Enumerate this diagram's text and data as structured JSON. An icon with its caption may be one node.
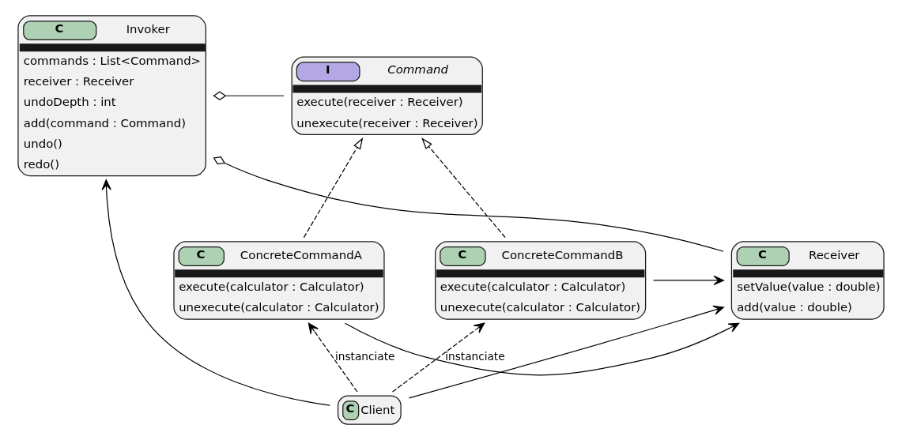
{
  "diagram": {
    "nodes": [
      {
        "text": [
          "C",
          "Invoker",
          "commands : List<Command>",
          "receiver : Receiver",
          "undoDepth : int",
          "add(command : Command)",
          "undo()",
          "redo()"
        ]
      },
      {
        "text": [
          "I",
          "Command",
          "execute(receiver : Receiver)",
          "unexecute(receiver : Receiver)"
        ]
      },
      {
        "text": [
          "C",
          "Receiver",
          "setValue(value : double)",
          "add(value : double)"
        ]
      },
      {
        "text": [
          "C",
          "ConcreteCommandA",
          "execute(calculator : Calculator)",
          "unexecute(calculator : Calculator)"
        ]
      },
      {
        "text": [
          "C",
          "ConcreteCommandB",
          "execute(calculator : Calculator)",
          "unexecute(calculator : Calculator)"
        ]
      },
      {
        "text": [
          "C",
          "Client"
        ]
      }
    ],
    "edges": [
      {
        "from": 0,
        "to": 1,
        "arrow": "other"
      },
      {
        "from": 0,
        "to": 2,
        "arrow": "other"
      },
      {
        "from": 3,
        "to": 1,
        "arrow": "to",
        "style": "dashed"
      },
      {
        "from": 4,
        "to": 1,
        "arrow": "to",
        "style": "dashed"
      },
      {
        "from": 4,
        "to": 2,
        "arrow": "to"
      },
      {
        "from": 3,
        "to": 2,
        "arrow": "to"
      },
      {
        "from": 5,
        "to": 2,
        "arrow": "to"
      },
      {
        "from": 5,
        "to": 0,
        "arrow": "to"
      },
      {
        "from": 5,
        "to": 3,
        "arrow": "to",
        "label": "instanciate",
        "style": "dashed"
      },
      {
        "from": 5,
        "to": 4,
        "arrow": "to",
        "label": "instanciate",
        "style": "dashed"
      }
    ]
  }
}
